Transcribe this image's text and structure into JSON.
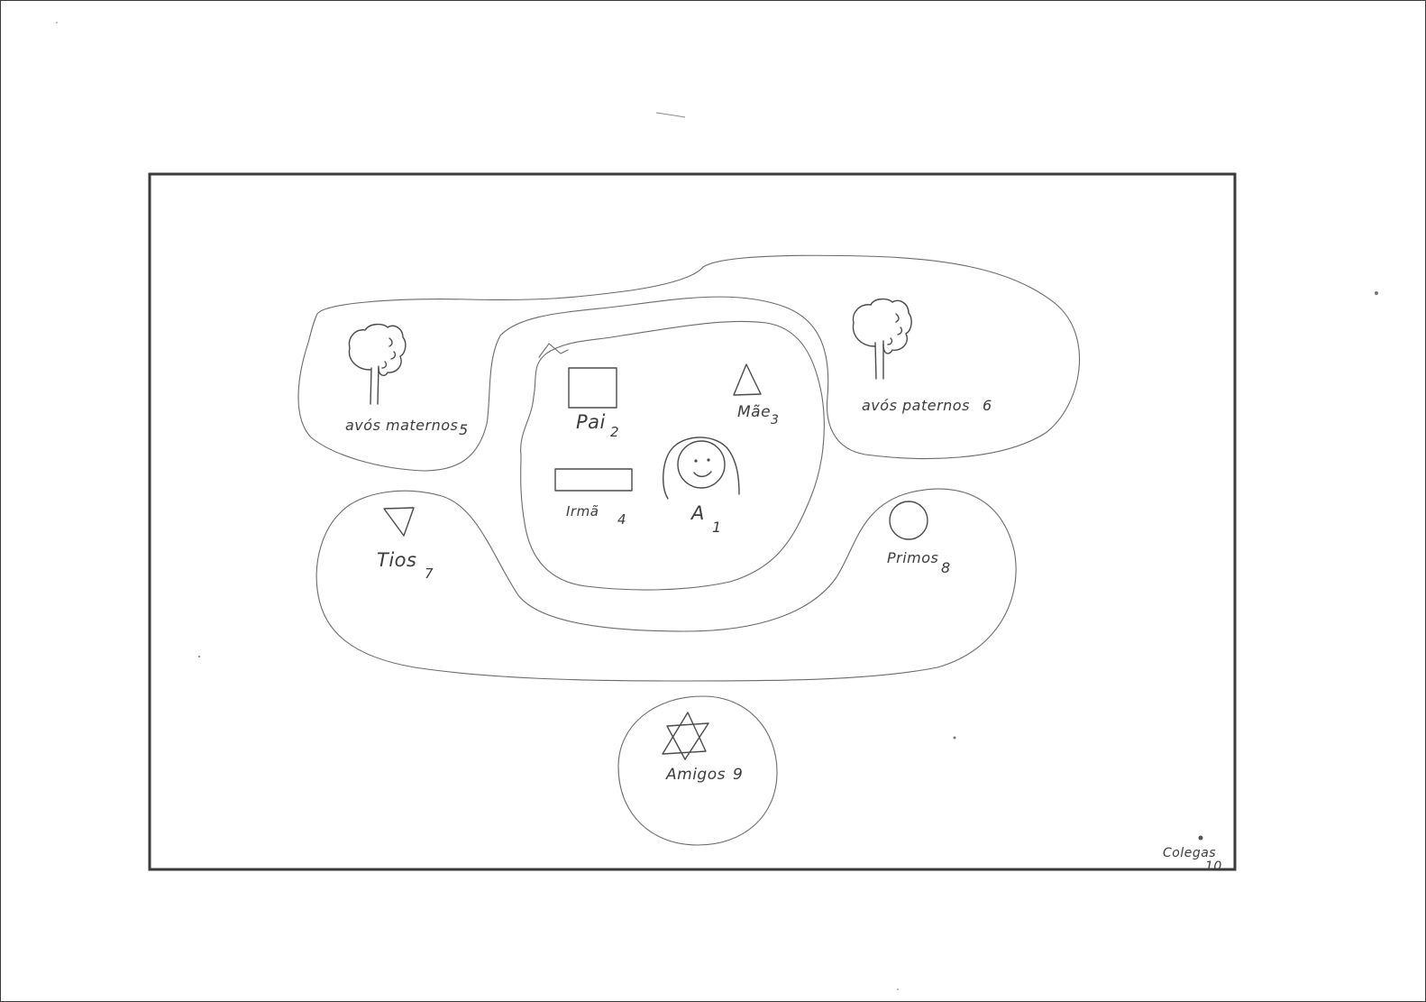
{
  "family_map": {
    "core": {
      "self": {
        "label": "A",
        "number": "1"
      },
      "father": {
        "label": "Pai",
        "number": "2"
      },
      "mother": {
        "label": "Mãe",
        "number": "3"
      },
      "sister": {
        "label": "Irmã",
        "number": "4"
      }
    },
    "grandparents": {
      "maternal": {
        "label": "avós maternos",
        "number": "5"
      },
      "paternal": {
        "label": "avós paternos",
        "number": "6"
      }
    },
    "extended": {
      "uncles": {
        "label": "Tios",
        "number": "7"
      },
      "cousins": {
        "label": "Primos",
        "number": "8"
      }
    },
    "friends": {
      "label": "Amigos",
      "number": "9"
    },
    "classmates": {
      "label": "Colegas",
      "number": "10"
    }
  },
  "icons": {
    "self": "smiling-girl-face",
    "father": "square",
    "mother": "triangle",
    "sister": "rectangle",
    "grandparents": "tree",
    "uncles": "inverted-triangle",
    "cousins": "circle",
    "friends": "six-pointed-star"
  },
  "colors": {
    "ink": "#4a4a4a",
    "paper": "#ffffff",
    "frame": "#3a3a3a"
  }
}
